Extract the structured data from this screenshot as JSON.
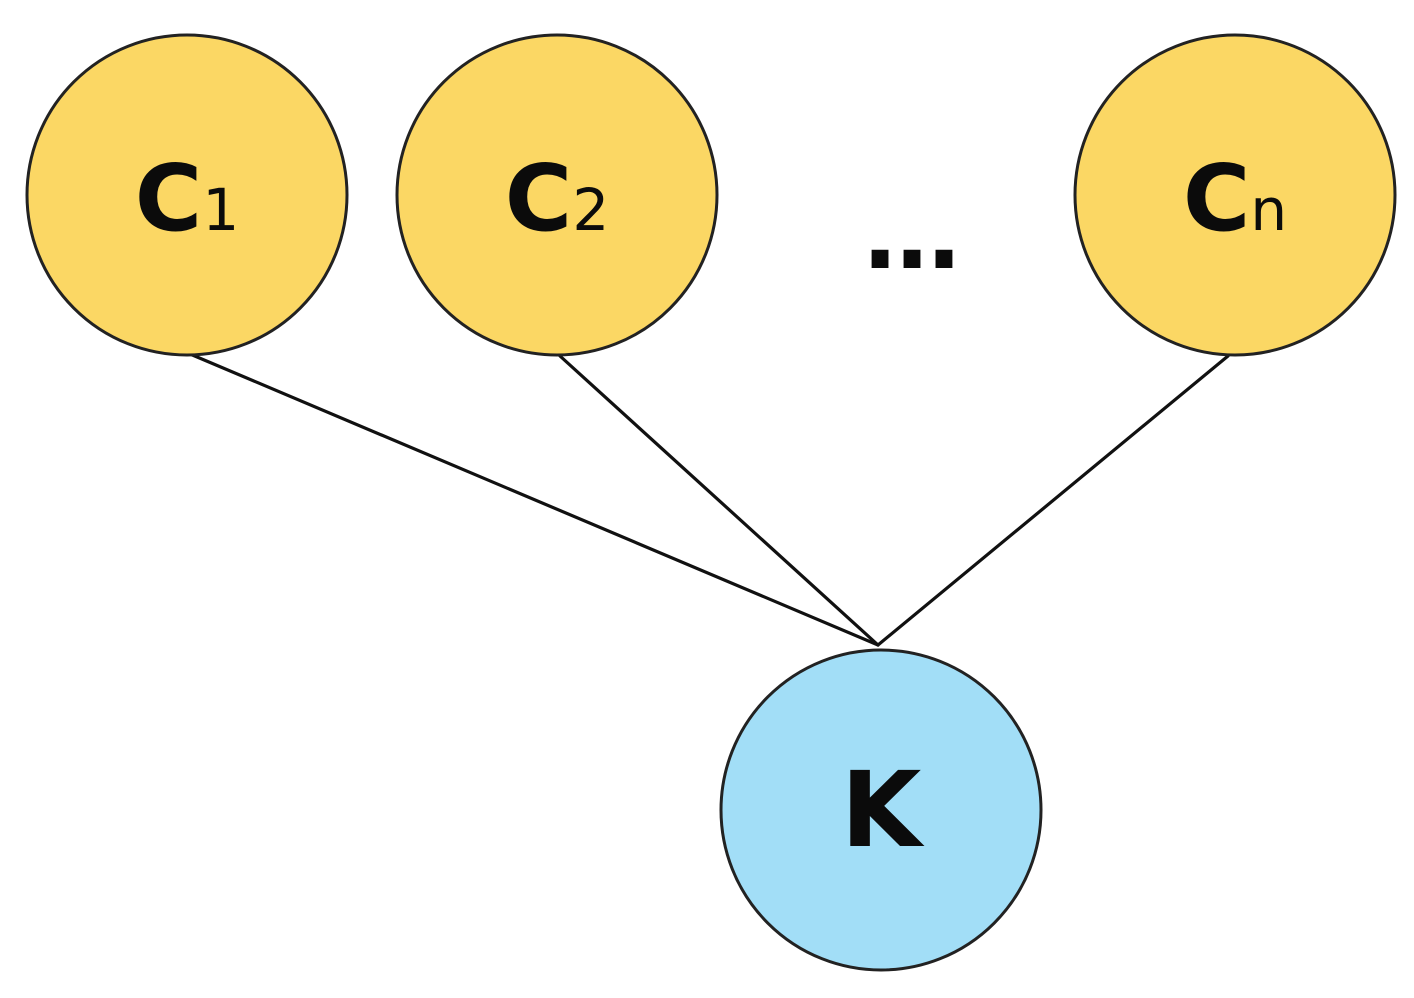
{
  "colors": {
    "child_fill": "#FBD764",
    "root_fill": "#A2DEF7",
    "stroke": "#222222",
    "background": "#FFFFFF"
  },
  "nodes": {
    "c1": {
      "label": "C",
      "subscript": "1"
    },
    "c2": {
      "label": "C",
      "subscript": "2"
    },
    "cn": {
      "label": "C",
      "subscript": "n"
    },
    "k": {
      "label": "K"
    }
  },
  "ellipsis": "…",
  "edges": [
    {
      "from": "c1",
      "to": "k"
    },
    {
      "from": "c2",
      "to": "k"
    },
    {
      "from": "cn",
      "to": "k"
    }
  ]
}
